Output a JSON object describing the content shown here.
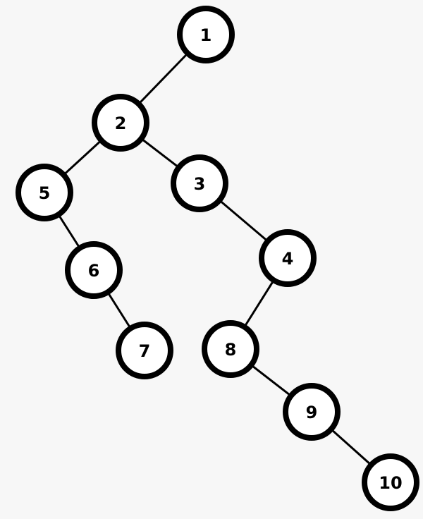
{
  "colors": {
    "background": "#f7f7f7",
    "node_fill": "#ffffff",
    "stroke": "#000000"
  },
  "tree": {
    "nodes": [
      {
        "id": "1",
        "label": "1"
      },
      {
        "id": "2",
        "label": "2"
      },
      {
        "id": "3",
        "label": "3"
      },
      {
        "id": "4",
        "label": "4"
      },
      {
        "id": "5",
        "label": "5"
      },
      {
        "id": "6",
        "label": "6"
      },
      {
        "id": "7",
        "label": "7"
      },
      {
        "id": "8",
        "label": "8"
      },
      {
        "id": "9",
        "label": "9"
      },
      {
        "id": "10",
        "label": "10"
      }
    ],
    "edges": [
      {
        "from": "1",
        "to": "2"
      },
      {
        "from": "2",
        "to": "5"
      },
      {
        "from": "2",
        "to": "3"
      },
      {
        "from": "5",
        "to": "6"
      },
      {
        "from": "6",
        "to": "7"
      },
      {
        "from": "3",
        "to": "4"
      },
      {
        "from": "4",
        "to": "8"
      },
      {
        "from": "8",
        "to": "9"
      },
      {
        "from": "9",
        "to": "10"
      }
    ]
  }
}
